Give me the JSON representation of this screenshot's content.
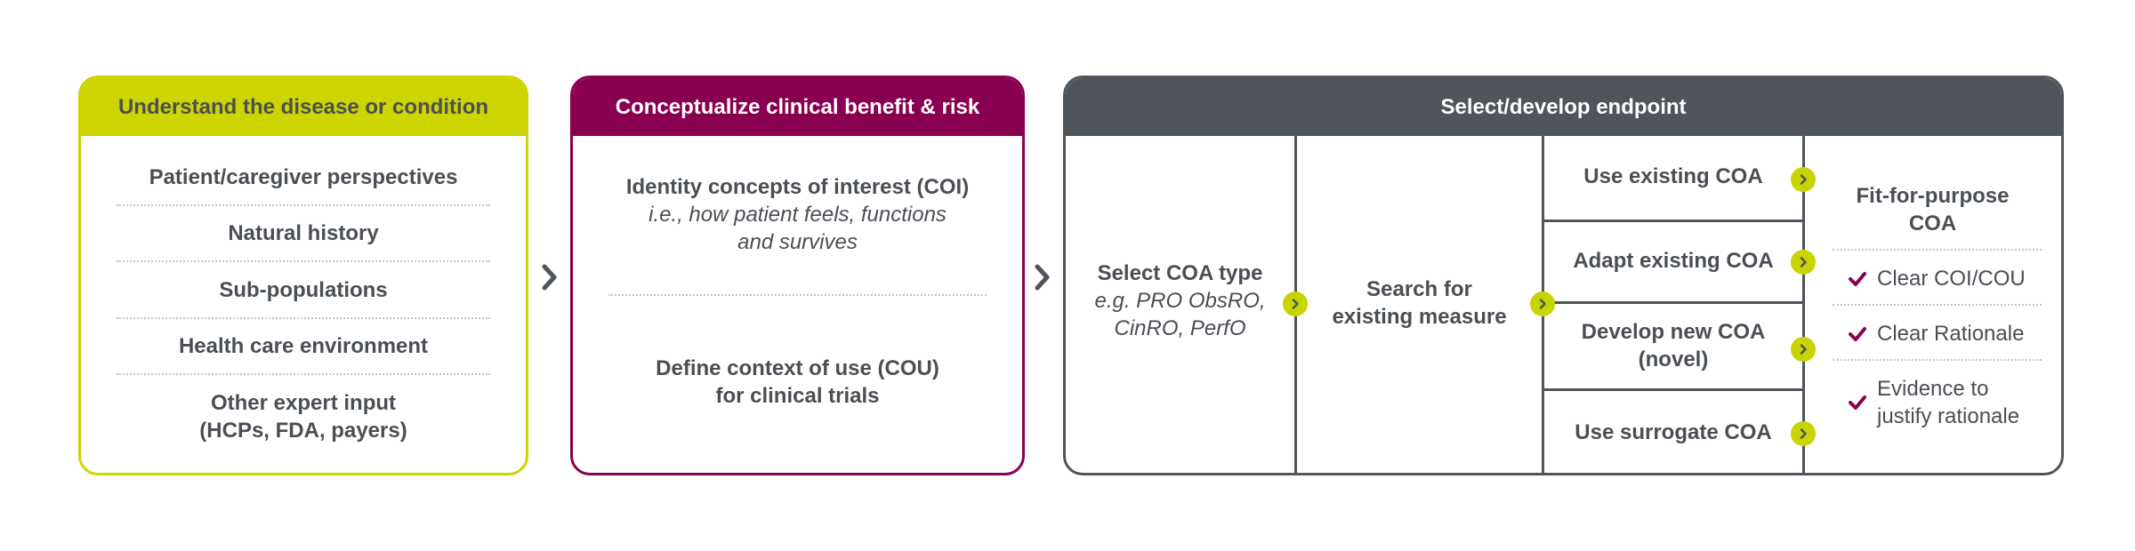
{
  "panel1": {
    "title": "Understand the disease or condition",
    "items": [
      {
        "line1": "Patient/caregiver perspectives"
      },
      {
        "line1": "Natural history"
      },
      {
        "line1": "Sub-populations"
      },
      {
        "line1": "Health care environment"
      },
      {
        "line1": "Other expert input",
        "line2": "(HCPs, FDA, payers)"
      }
    ]
  },
  "panel2": {
    "title": "Conceptualize clinical benefit & risk",
    "block1": {
      "title": "Identity concepts of interest (COI)",
      "sub1": "i.e., how patient feels, functions",
      "sub2": "and survives"
    },
    "block2": {
      "line1": "Define context of use (COU)",
      "line2": "for clinical trials"
    }
  },
  "panel3": {
    "title": "Select/develop endpoint",
    "col1": {
      "title": "Select COA type",
      "sub1": "e.g. PRO ObsRO,",
      "sub2": "CinRO, PerfO"
    },
    "col2": {
      "line1": "Search for",
      "line2": "existing measure"
    },
    "options": [
      {
        "line1": "Use existing COA"
      },
      {
        "line1": "Adapt existing COA"
      },
      {
        "line1": "Develop new COA",
        "line2": "(novel)"
      },
      {
        "line1": "Use surrogate COA"
      }
    ],
    "result": {
      "title1": "Fit-for-purpose",
      "title2": "COA",
      "checks": [
        {
          "line1": "Clear COI/COU"
        },
        {
          "line1": "Clear Rationale"
        },
        {
          "line1": "Evidence to",
          "line2": "justify rationale"
        }
      ]
    }
  },
  "colors": {
    "yellow": "#cdd400",
    "magenta": "#8a0050",
    "slate": "#4f555b",
    "text": "#4a4f55"
  },
  "icons": {
    "flow_arrow": "chevron-right-icon",
    "option_arrow": "circle-chevron-right-icon",
    "check": "checkmark-icon"
  }
}
